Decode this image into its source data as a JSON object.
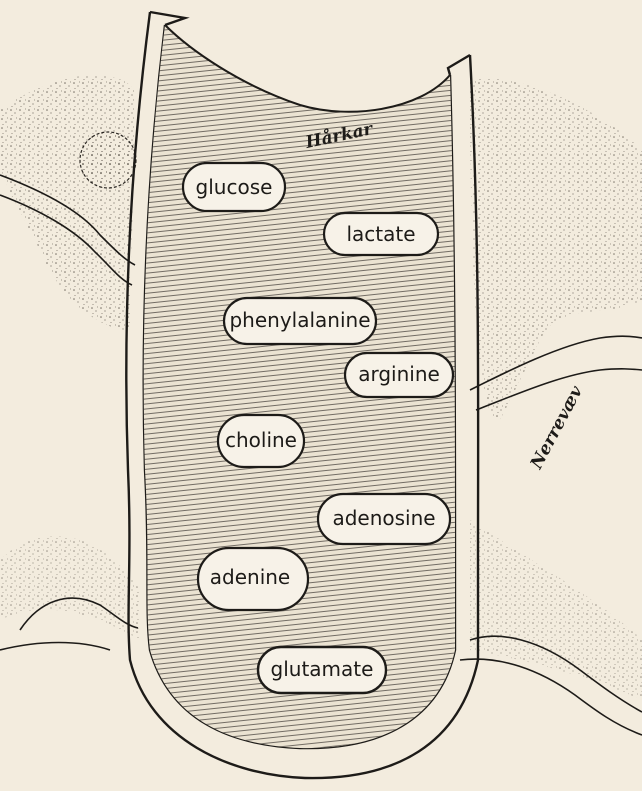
{
  "labels": {
    "capillary": "Hårkar",
    "nerve_tissue": "Nerrevæv"
  },
  "molecules": [
    "glucose",
    "lactate",
    "phenylalanine",
    "arginine",
    "choline",
    "adenosine",
    "adenine",
    "glutamate"
  ],
  "colors": {
    "paper": "#f3ecde",
    "ink": "#1d1b18",
    "lumen": "#ebe3d2",
    "pill": "#f7f2e8"
  }
}
